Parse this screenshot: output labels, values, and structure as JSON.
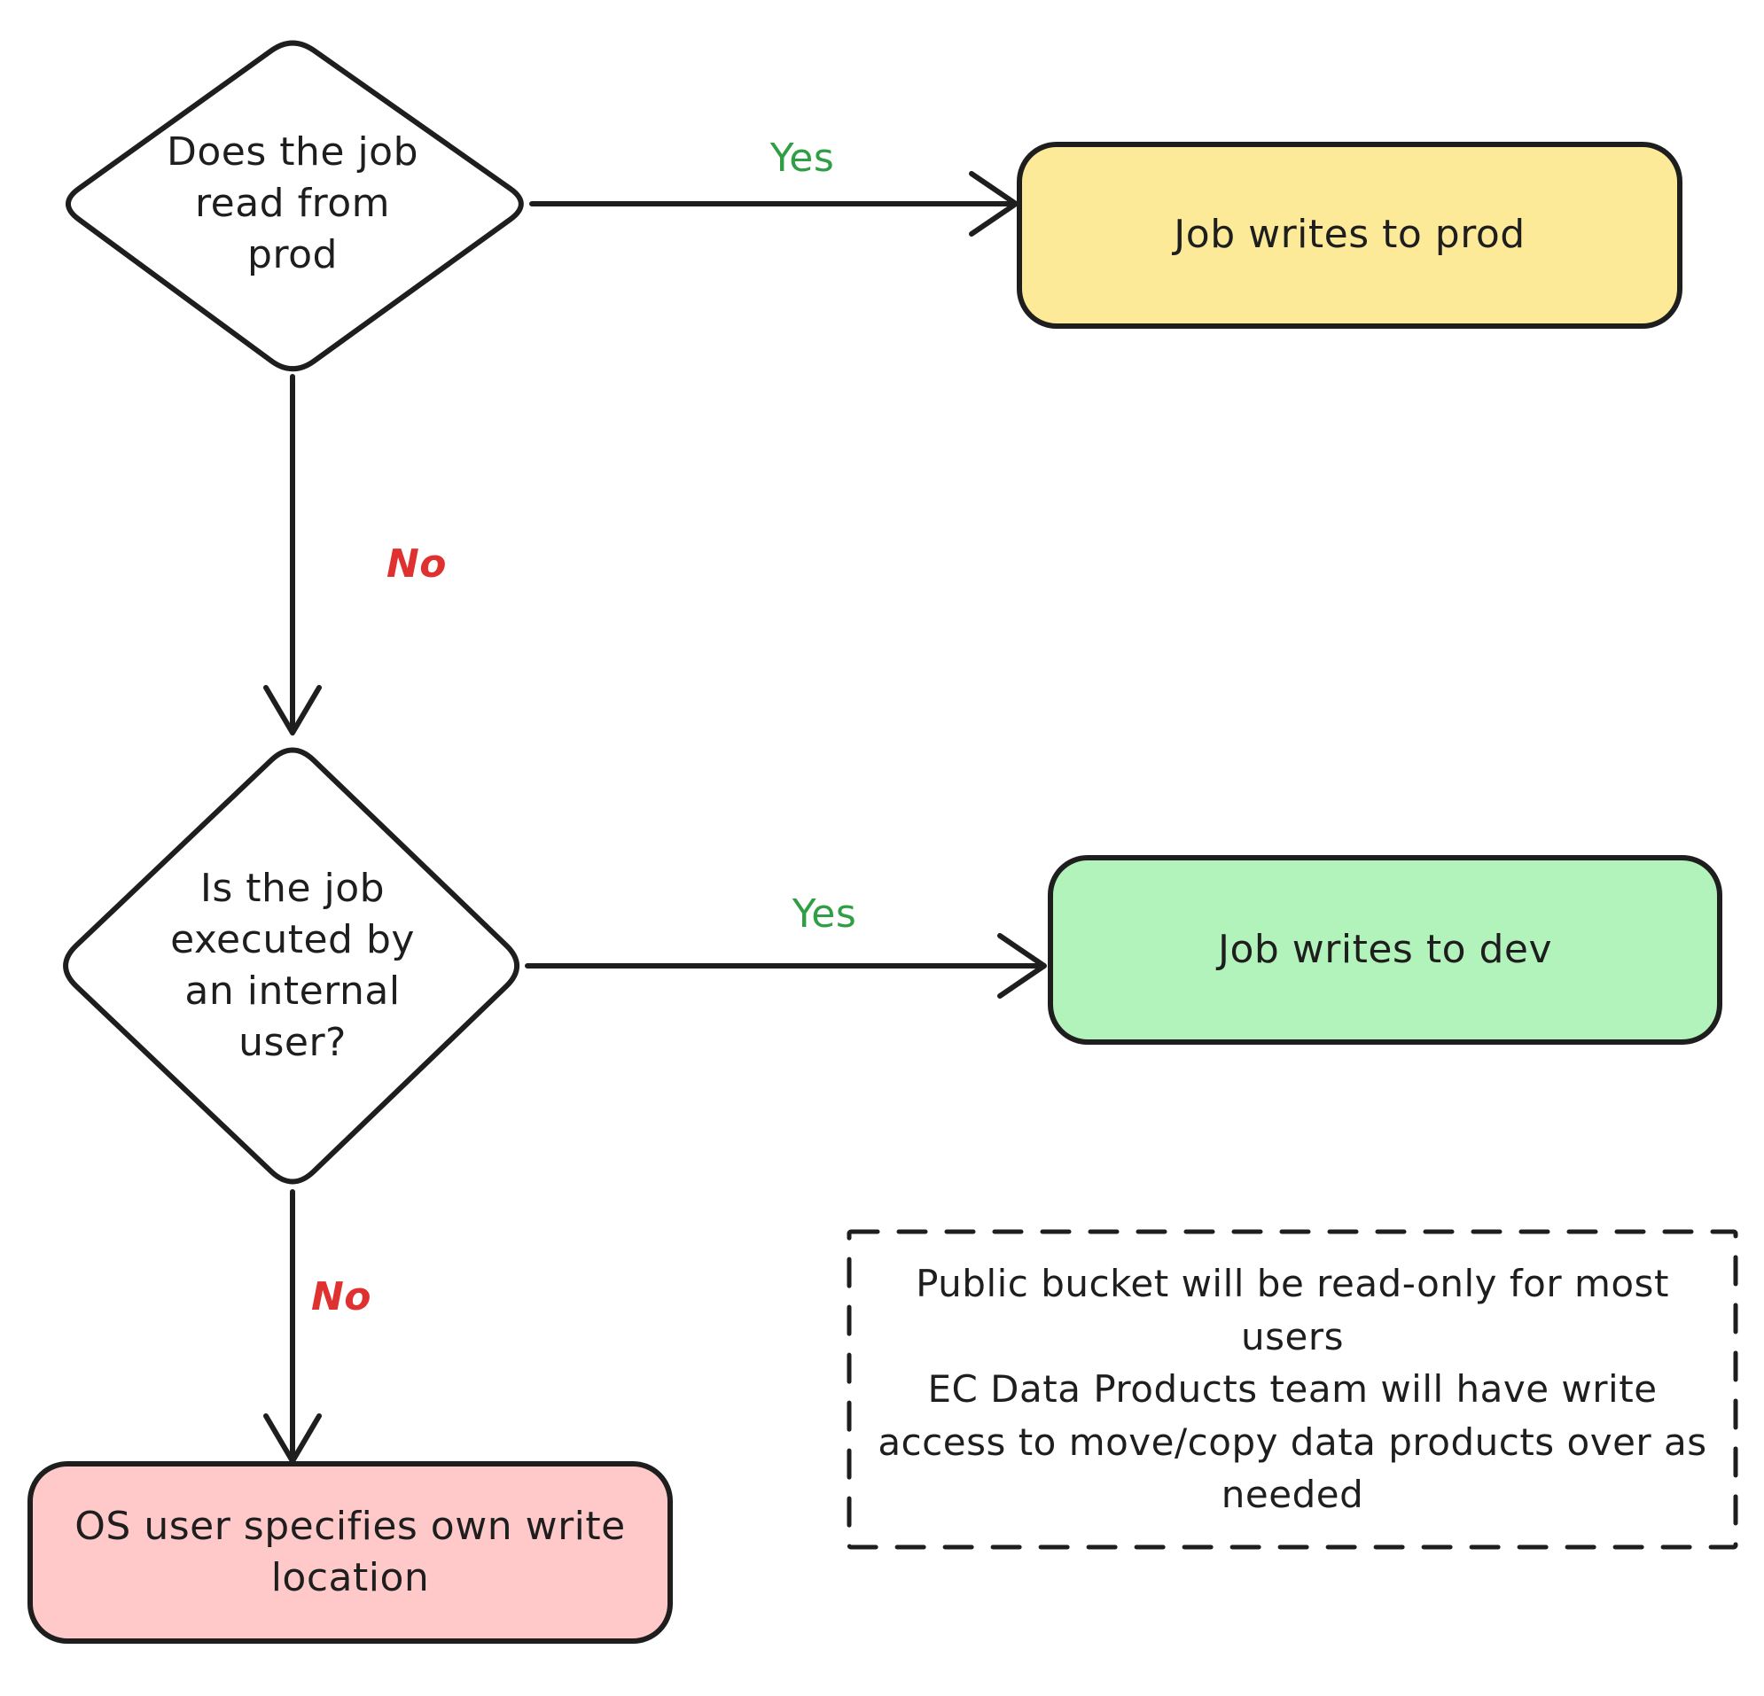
{
  "diagram": {
    "type": "flowchart",
    "nodes": {
      "decision_read_prod": {
        "shape": "diamond",
        "label": "Does the job read from prod"
      },
      "decision_internal_user": {
        "shape": "diamond",
        "label": "Is the job executed by an internal user?"
      },
      "outcome_prod": {
        "shape": "rounded-rect",
        "label": "Job writes to prod",
        "fill": "#fdea98"
      },
      "outcome_dev": {
        "shape": "rounded-rect",
        "label": "Job writes to dev",
        "fill": "#b2f2bb"
      },
      "outcome_os_user": {
        "shape": "rounded-rect",
        "label": "OS user specifies own write location",
        "fill": "#ffc9c9"
      }
    },
    "edges": {
      "yes1": {
        "from": "decision_read_prod",
        "to": "outcome_prod",
        "label": "Yes",
        "color": "#2f9e44"
      },
      "no1": {
        "from": "decision_read_prod",
        "to": "decision_internal_user",
        "label": "No",
        "color": "#e03131"
      },
      "yes2": {
        "from": "decision_internal_user",
        "to": "outcome_dev",
        "label": "Yes",
        "color": "#2f9e44"
      },
      "no2": {
        "from": "decision_internal_user",
        "to": "outcome_os_user",
        "label": "No",
        "color": "#e03131"
      }
    },
    "note": {
      "border": "dashed",
      "lines": [
        "Public bucket will be read-only for most users",
        "EC Data Products team will have write access to move/copy data products over as needed"
      ]
    },
    "colors": {
      "stroke": "#1e1e1e",
      "yes_label": "#2f9e44",
      "no_label": "#e03131",
      "yellow_fill": "#fdea98",
      "green_fill": "#b2f2bb",
      "pink_fill": "#ffc9c9",
      "background": "#ffffff"
    }
  }
}
